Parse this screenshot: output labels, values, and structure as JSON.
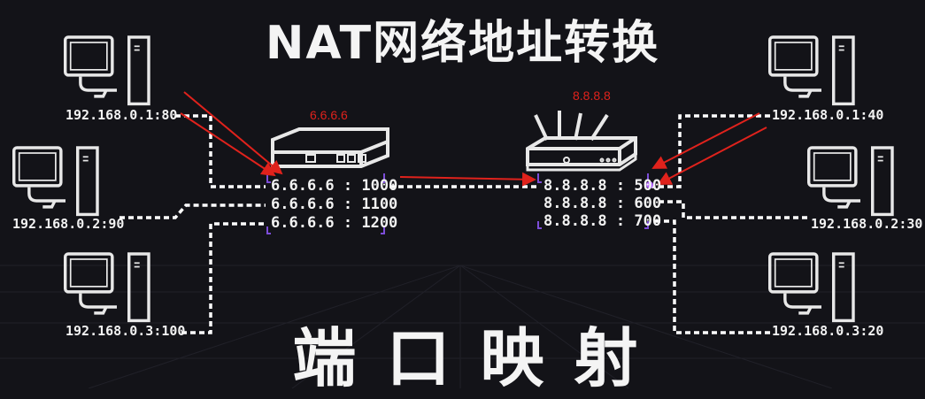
{
  "title": "NAT网络地址转换",
  "subtitle": "端口映射",
  "nat_device_ip": "6.6.6.6",
  "router_ip": "8.8.8.8",
  "left_hosts": [
    "192.168.0.1:80",
    "192.168.0.2:90",
    "192.168.0.3:100"
  ],
  "right_hosts": [
    "192.168.0.1:40",
    "192.168.0.2:30",
    "192.168.0.3:20"
  ],
  "nat_ports": [
    "6.6.6.6 : 1000",
    "6.6.6.6 : 1100",
    "6.6.6.6 : 1200"
  ],
  "router_ports": [
    "8.8.8.8 : 500",
    "8.8.8.8 : 600",
    "8.8.8.8 : 700"
  ],
  "colors": {
    "background": "#131318",
    "arrow": "#e0221c",
    "line": "#ffffff",
    "bracket": "#7c4dd8"
  }
}
